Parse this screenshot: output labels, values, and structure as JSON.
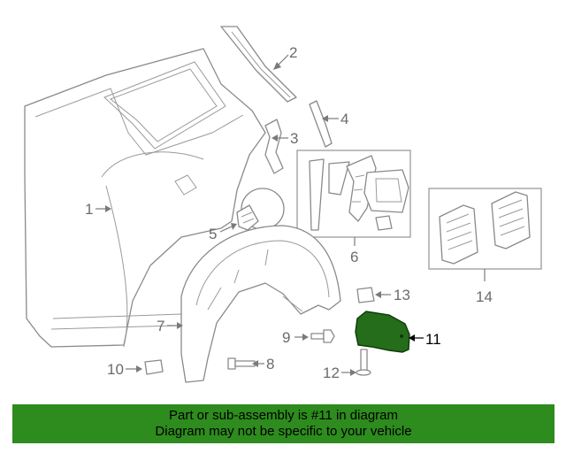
{
  "callouts": {
    "c1": "1",
    "c2": "2",
    "c3": "3",
    "c4": "4",
    "c5": "5",
    "c6": "6",
    "c7": "7",
    "c8": "8",
    "c9": "9",
    "c10": "10",
    "c11": "11",
    "c12": "12",
    "c13": "13",
    "c14": "14"
  },
  "banner": {
    "line1": "Part or sub-assembly is #11 in diagram",
    "line2": "Diagram may not be specific to your vehicle",
    "color": "#2e8b1e"
  },
  "highlight": {
    "part": "11",
    "color": "#256d1b"
  }
}
